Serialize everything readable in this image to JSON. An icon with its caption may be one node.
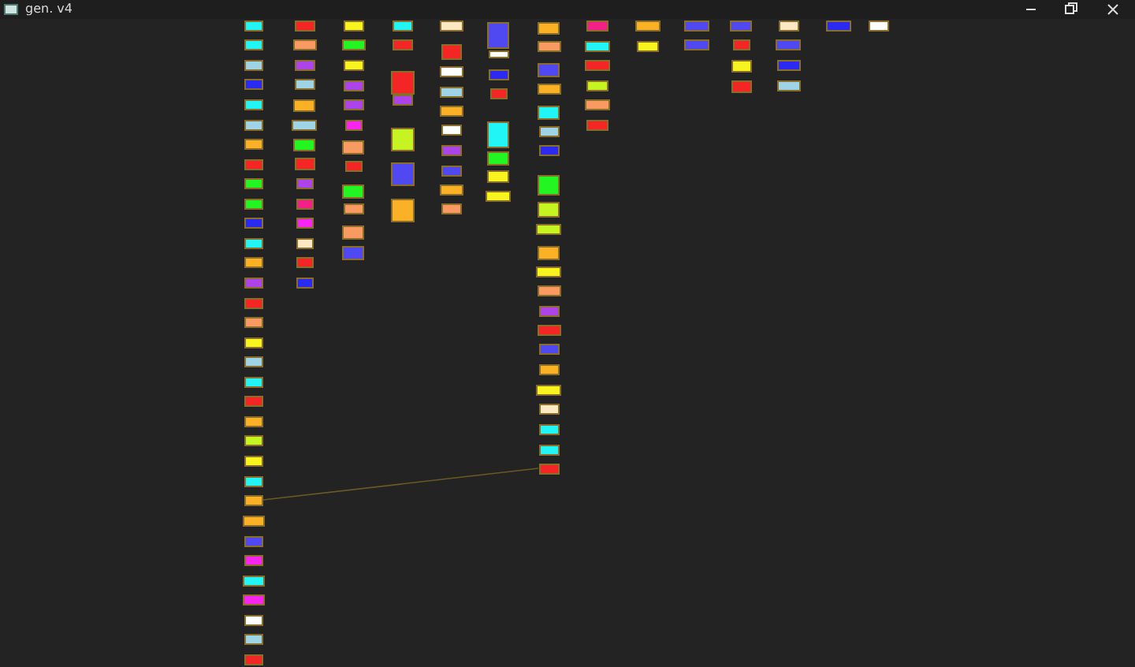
{
  "diagram": {
    "title": "gen. v4",
    "nodes": [
      {
        "text": [],
        "shape": "box"
      },
      {
        "text": [],
        "shape": "box"
      },
      {
        "text": [],
        "shape": "box"
      },
      {
        "text": [],
        "shape": "box"
      },
      {
        "text": [],
        "shape": "box"
      },
      {
        "text": [],
        "shape": "box"
      },
      {
        "text": [],
        "shape": "box"
      },
      {
        "text": [],
        "shape": "box"
      },
      {
        "text": [],
        "shape": "box"
      },
      {
        "text": [],
        "shape": "box"
      },
      {
        "text": [],
        "shape": "box"
      },
      {
        "text": [],
        "shape": "box"
      },
      {
        "text": [],
        "shape": "box"
      },
      {
        "text": [],
        "shape": "box"
      },
      {
        "text": [],
        "shape": "box"
      },
      {
        "text": [],
        "shape": "box"
      },
      {
        "text": [],
        "shape": "box"
      },
      {
        "text": [],
        "shape": "box"
      },
      {
        "text": [],
        "shape": "box"
      },
      {
        "text": [],
        "shape": "box"
      },
      {
        "text": [],
        "shape": "box"
      },
      {
        "text": [],
        "shape": "box"
      },
      {
        "text": [],
        "shape": "box"
      },
      {
        "text": [],
        "shape": "box"
      },
      {
        "text": [],
        "shape": "box"
      },
      {
        "text": [],
        "shape": "box"
      },
      {
        "text": [],
        "shape": "box"
      },
      {
        "text": [],
        "shape": "box"
      },
      {
        "text": [],
        "shape": "box"
      },
      {
        "text": [],
        "shape": "box"
      },
      {
        "text": [],
        "shape": "box"
      },
      {
        "text": [],
        "shape": "box"
      },
      {
        "text": [],
        "shape": "box"
      },
      {
        "text": [],
        "shape": "box"
      },
      {
        "text": [],
        "shape": "box"
      },
      {
        "text": [],
        "shape": "box"
      },
      {
        "text": [],
        "shape": "box"
      },
      {
        "text": [],
        "shape": "box"
      },
      {
        "text": [],
        "shape": "box"
      },
      {
        "text": [],
        "shape": "box"
      },
      {
        "text": [],
        "shape": "box"
      },
      {
        "text": [],
        "shape": "box"
      },
      {
        "text": [],
        "shape": "box"
      },
      {
        "text": [],
        "shape": "box"
      },
      {
        "text": [],
        "shape": "box"
      },
      {
        "text": [],
        "shape": "box"
      },
      {
        "text": [],
        "shape": "box"
      },
      {
        "text": [],
        "shape": "box"
      },
      {
        "text": [],
        "shape": "box"
      },
      {
        "text": [],
        "shape": "box"
      },
      {
        "text": [],
        "shape": "box"
      },
      {
        "text": [],
        "shape": "box"
      },
      {
        "text": [],
        "shape": "box"
      },
      {
        "text": [],
        "shape": "box"
      },
      {
        "text": [],
        "shape": "box"
      },
      {
        "text": [],
        "shape": "box"
      },
      {
        "text": [],
        "shape": "box"
      },
      {
        "text": [],
        "shape": "box"
      },
      {
        "text": [],
        "shape": "box"
      },
      {
        "text": [],
        "shape": "box"
      },
      {
        "text": [],
        "shape": "box"
      },
      {
        "text": [],
        "shape": "box"
      },
      {
        "text": [],
        "shape": "box"
      },
      {
        "text": [],
        "shape": "box"
      },
      {
        "text": [],
        "shape": "box"
      },
      {
        "text": [],
        "shape": "box"
      },
      {
        "text": [],
        "shape": "box"
      },
      {
        "text": [],
        "shape": "box"
      },
      {
        "text": [],
        "shape": "box"
      },
      {
        "text": [],
        "shape": "box"
      },
      {
        "text": [],
        "shape": "box"
      },
      {
        "text": [],
        "shape": "box"
      },
      {
        "text": [],
        "shape": "box"
      },
      {
        "text": [],
        "shape": "box"
      },
      {
        "text": [],
        "shape": "box"
      },
      {
        "text": [],
        "shape": "box"
      },
      {
        "text": [],
        "shape": "box"
      },
      {
        "text": [],
        "shape": "box"
      },
      {
        "text": [],
        "shape": "box"
      },
      {
        "text": [],
        "shape": "box"
      },
      {
        "text": [],
        "shape": "box"
      },
      {
        "text": [],
        "shape": "box"
      },
      {
        "text": [],
        "shape": "box"
      },
      {
        "text": [],
        "shape": "box"
      },
      {
        "text": [],
        "shape": "box"
      },
      {
        "text": [],
        "shape": "box"
      },
      {
        "text": [],
        "shape": "box"
      },
      {
        "text": [],
        "shape": "box"
      },
      {
        "text": [],
        "shape": "box"
      },
      {
        "text": [],
        "shape": "box"
      },
      {
        "text": [],
        "shape": "box"
      },
      {
        "text": [],
        "shape": "box"
      },
      {
        "text": [],
        "shape": "box"
      },
      {
        "text": [],
        "shape": "box"
      },
      {
        "text": [],
        "shape": "box"
      },
      {
        "text": [],
        "shape": "box"
      },
      {
        "text": [],
        "shape": "box"
      },
      {
        "text": [],
        "shape": "box"
      },
      {
        "text": [],
        "shape": "box"
      },
      {
        "text": [],
        "shape": "box"
      },
      {
        "text": [],
        "shape": "box"
      },
      {
        "text": [],
        "shape": "box"
      },
      {
        "text": [],
        "shape": "box"
      },
      {
        "text": [],
        "shape": "box"
      },
      {
        "text": [],
        "shape": "box"
      },
      {
        "text": [],
        "shape": "box"
      },
      {
        "text": [],
        "shape": "box"
      },
      {
        "text": [],
        "shape": "box"
      },
      {
        "text": [],
        "shape": "box"
      },
      {
        "text": [],
        "shape": "box"
      },
      {
        "text": [],
        "shape": "box"
      },
      {
        "text": [],
        "shape": "box"
      },
      {
        "text": [],
        "shape": "box"
      },
      {
        "text": [],
        "shape": "box"
      },
      {
        "text": [],
        "shape": "box"
      },
      {
        "text": [],
        "shape": "box"
      },
      {
        "text": [],
        "shape": "box"
      },
      {
        "text": [],
        "shape": "box"
      },
      {
        "text": [],
        "shape": "box"
      },
      {
        "text": [],
        "shape": "box"
      },
      {
        "text": [],
        "shape": "box"
      },
      {
        "text": [],
        "shape": "box"
      },
      {
        "text": [],
        "shape": "box"
      },
      {
        "text": [],
        "shape": "box"
      },
      {
        "text": [],
        "shape": "box"
      },
      {
        "text": [],
        "shape": "box"
      }
    ],
    "edges": [
      {
        "from": 24,
        "to": 105,
        "arrow": "none"
      }
    ]
  }
}
